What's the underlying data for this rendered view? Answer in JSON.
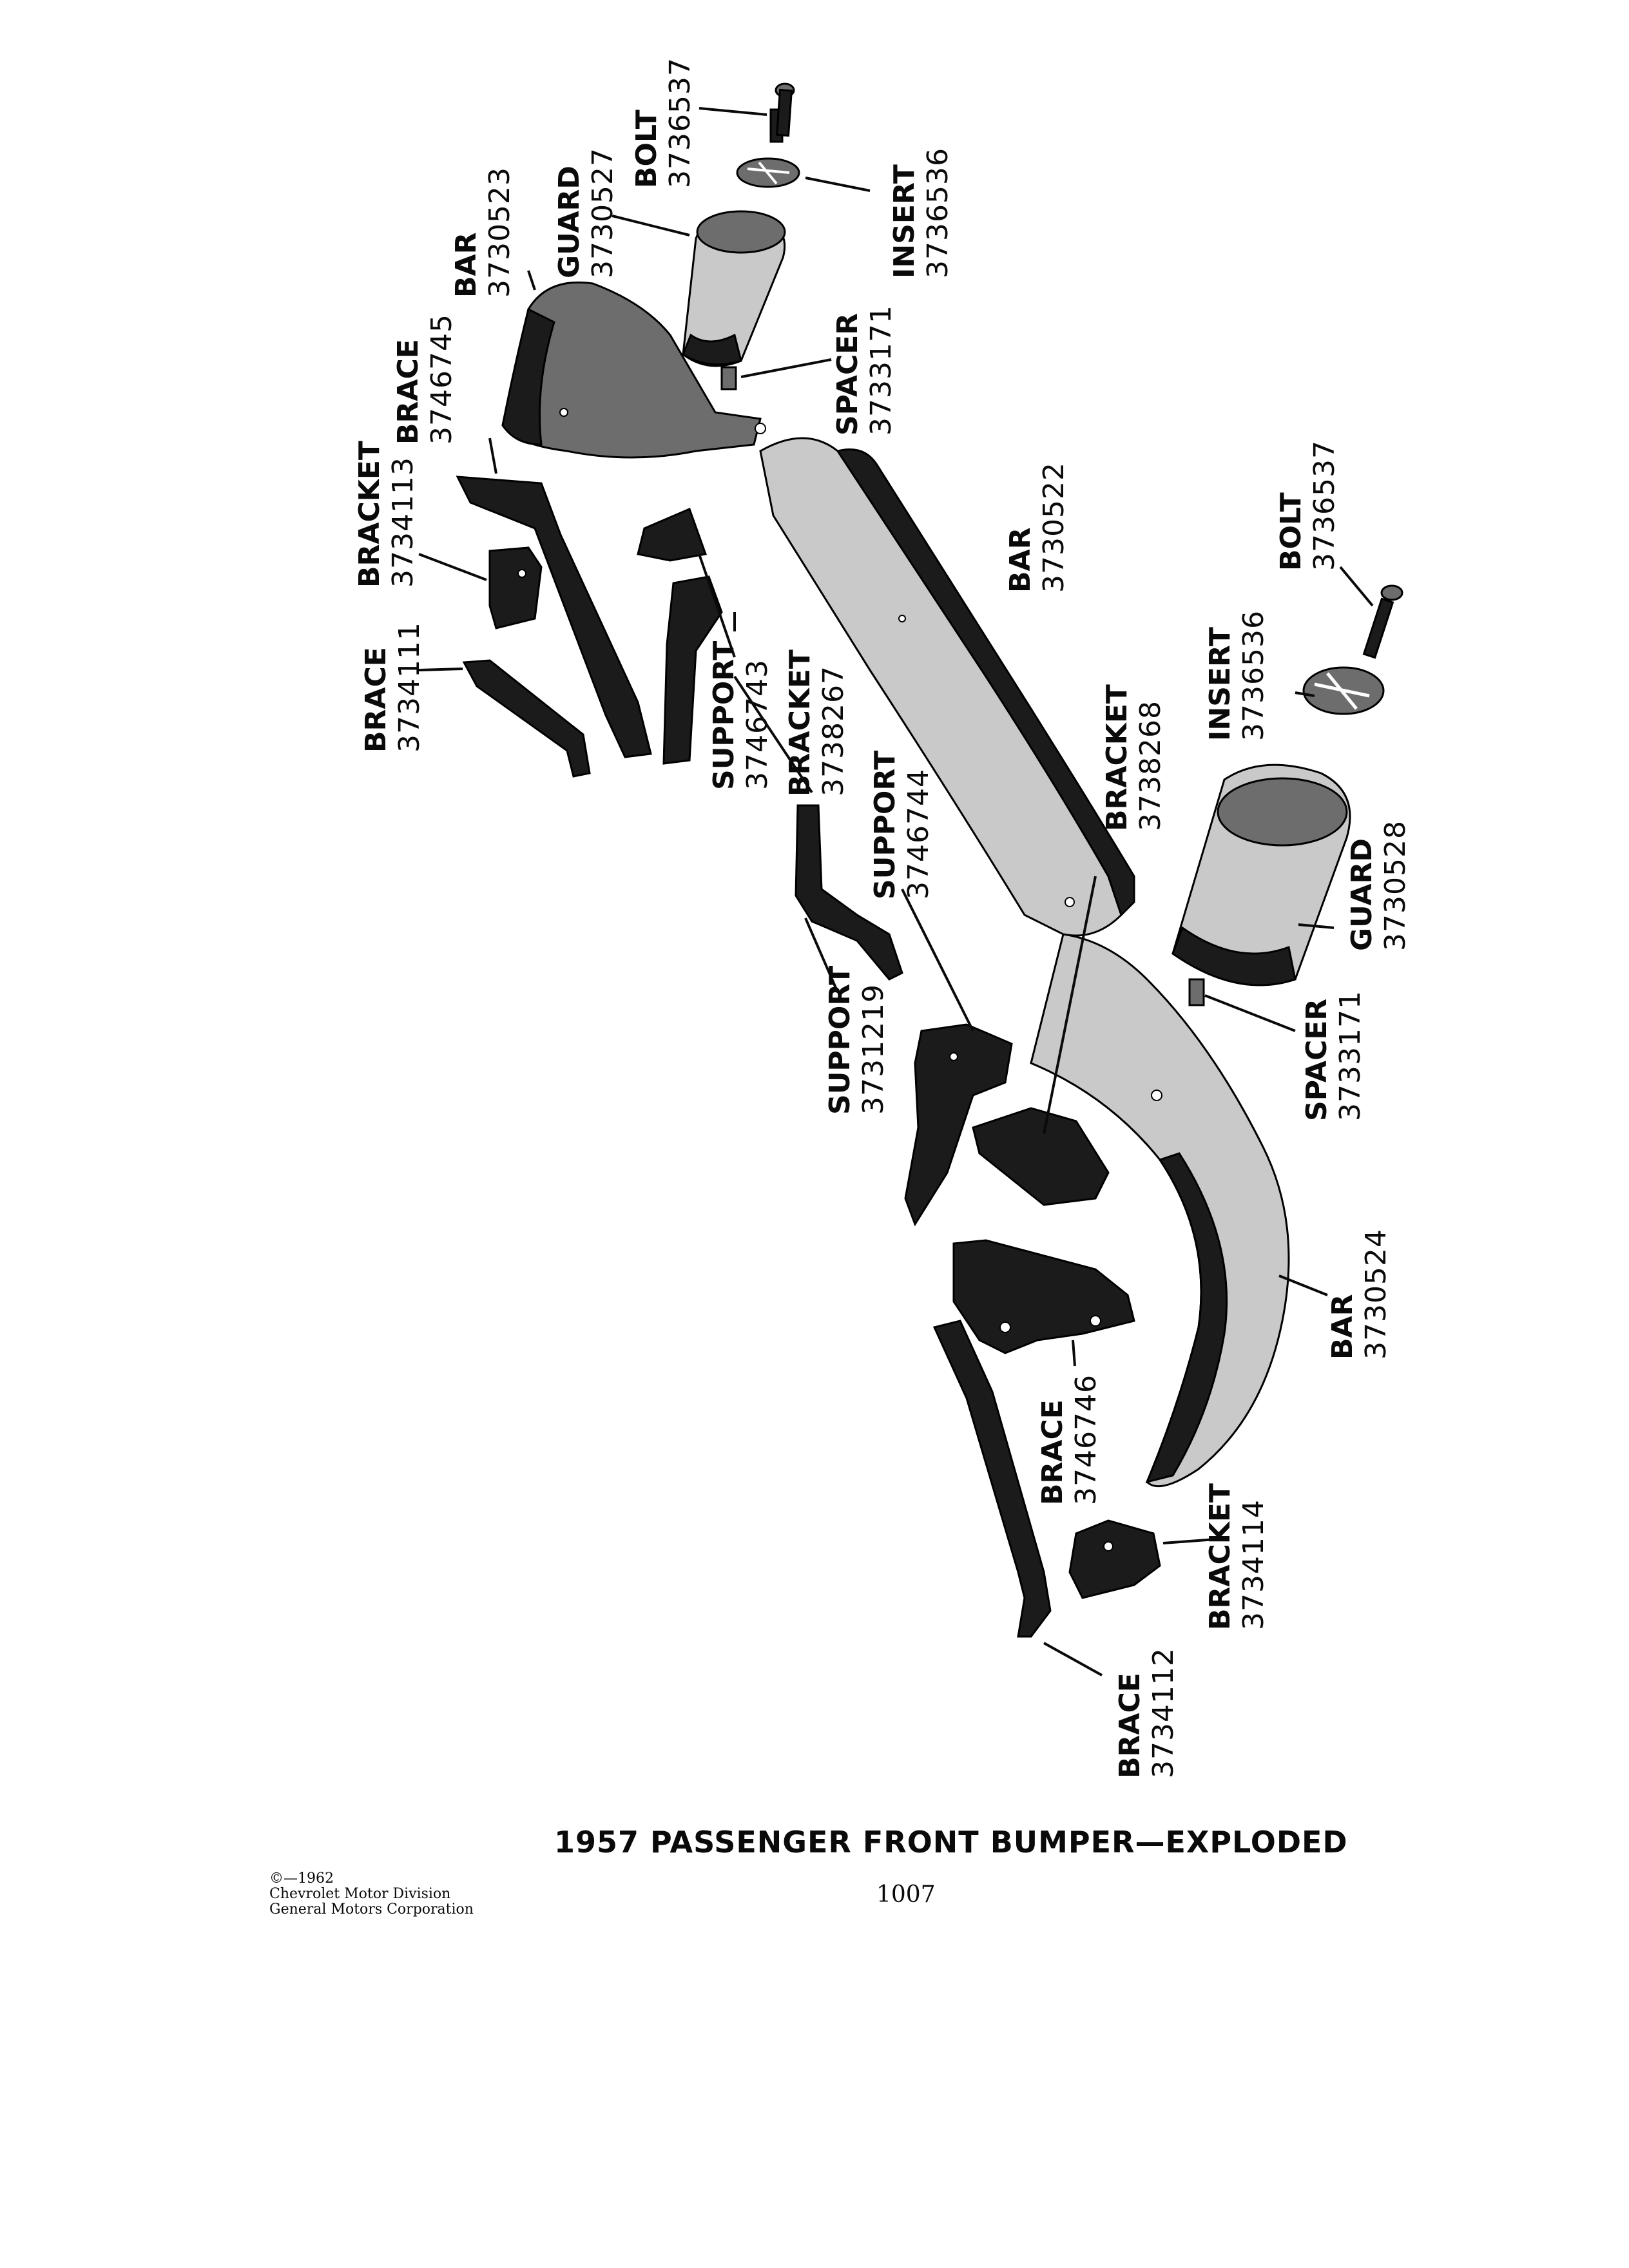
{
  "title": "1957 PASSENGER FRONT BUMPER—EXPLODED",
  "page_number": "1007",
  "copyright": [
    "©—1962",
    "Chevrolet Motor Division",
    "General Motors Corporation"
  ],
  "callouts": [
    {
      "name": "BOLT",
      "number": "3736537"
    },
    {
      "name": "INSERT",
      "number": "3736536"
    },
    {
      "name": "GUARD",
      "number": "3730527"
    },
    {
      "name": "BAR",
      "number": "3730523"
    },
    {
      "name": "BRACE",
      "number": "3746745"
    },
    {
      "name": "SPACER",
      "number": "3733171"
    },
    {
      "name": "BRACKET",
      "number": "3734113"
    },
    {
      "name": "BRACE",
      "number": "3734111"
    },
    {
      "name": "BAR",
      "number": "3730522"
    },
    {
      "name": "SUPPORT",
      "number": "3746743"
    },
    {
      "name": "BRACKET",
      "number": "3738267"
    },
    {
      "name": "SUPPORT",
      "number": "3746744"
    },
    {
      "name": "BRACKET",
      "number": "3738268"
    },
    {
      "name": "BOLT",
      "number": "3736537"
    },
    {
      "name": "INSERT",
      "number": "3736536"
    },
    {
      "name": "GUARD",
      "number": "3730528"
    },
    {
      "name": "SPACER",
      "number": "3733171"
    },
    {
      "name": "SUPPORT",
      "number": "3731219"
    },
    {
      "name": "BAR",
      "number": "3730524"
    },
    {
      "name": "BRACE",
      "number": "3746746"
    },
    {
      "name": "BRACKET",
      "number": "3734114"
    },
    {
      "name": "BRACE",
      "number": "3734112"
    }
  ]
}
